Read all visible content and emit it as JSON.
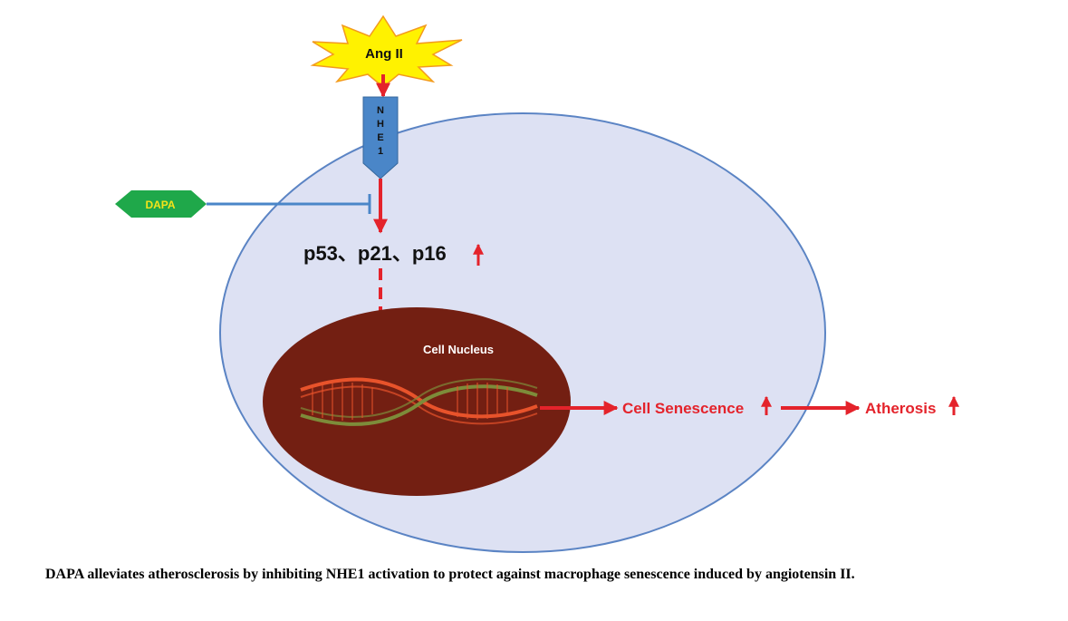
{
  "nodes": {
    "stimulus": "Ang II",
    "receptor_letters": [
      "N",
      "H",
      "E",
      "1"
    ],
    "inhibitor": "DAPA",
    "markers": "p53、p21、p16",
    "nucleus": "Cell Nucleus",
    "outcome_1": "Cell Senescence",
    "outcome_2": "Atherosis"
  },
  "caption": "DAPA alleviates atherosclerosis by inhibiting NHE1 activation to protect against macrophage senescence induced by angiotensin II.",
  "colors": {
    "cell_fill": "#dde1f3",
    "cell_stroke": "#5b84c4",
    "nucleus_fill": "#731f12",
    "arrow_red": "#e4232b",
    "receptor_blue": "#4a86c8",
    "star_yellow": "#fff200",
    "dapa_green": "#1fa84a",
    "dapa_text": "#f5e31a",
    "dna_orange": "#e8532b",
    "dna_olive": "#7d8c3a"
  }
}
